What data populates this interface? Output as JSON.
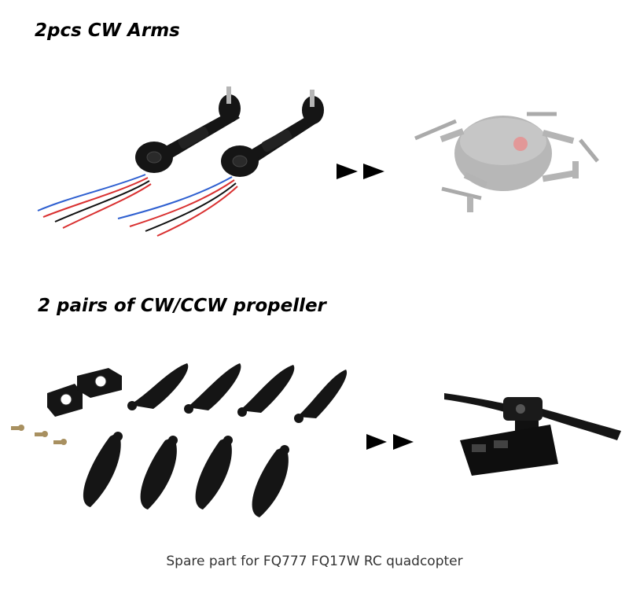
{
  "sections": [
    {
      "heading": "2pcs CW Arms"
    },
    {
      "heading": "2 pairs of CW/CCW propeller"
    }
  ],
  "caption": "Spare part for FQ777 FQ17W RC quadcopter",
  "colors": {
    "wire_blue": "#2e5fd0",
    "wire_red": "#d93030",
    "wire_black": "#111111",
    "part_black": "#151515",
    "drone_gray": "#8a8a8a"
  },
  "icons": [
    "arrow-pair-icon"
  ]
}
